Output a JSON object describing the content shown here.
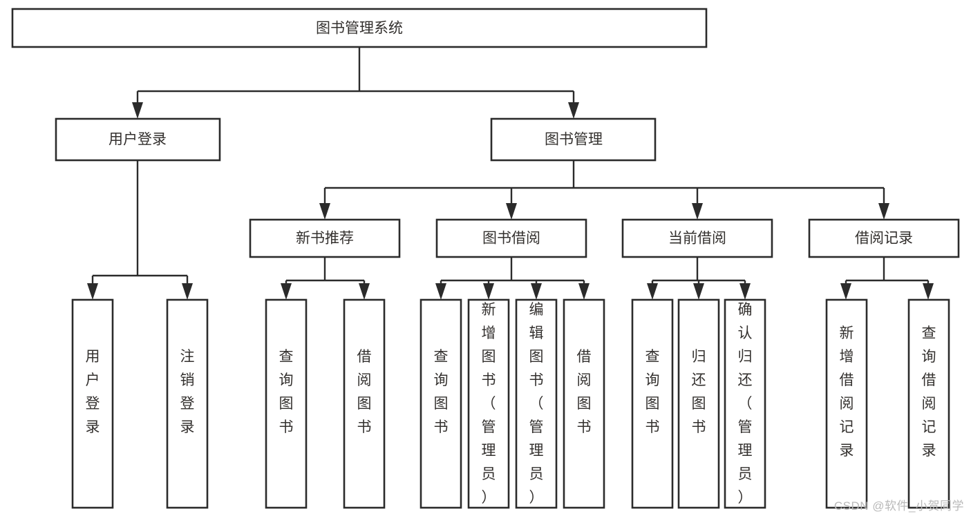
{
  "diagram": {
    "type": "hierarchy-tree",
    "title": "图书管理系统",
    "watermark": "CSDN @软件_小贺同学",
    "colors": {
      "box_stroke": "#2b2b2b",
      "box_fill": "#ffffff",
      "text": "#33302e",
      "background": "#ffffff",
      "watermark": "#b9b9b9"
    },
    "levels": {
      "root": {
        "label": "图书管理系统"
      },
      "level2": [
        {
          "id": "user-login",
          "label": "用户登录"
        },
        {
          "id": "book-manage",
          "label": "图书管理"
        }
      ],
      "level3": [
        {
          "id": "new-book-recommend",
          "label": "新书推荐",
          "parent": "book-manage"
        },
        {
          "id": "book-borrow",
          "label": "图书借阅",
          "parent": "book-manage"
        },
        {
          "id": "current-borrow",
          "label": "当前借阅",
          "parent": "book-manage"
        },
        {
          "id": "borrow-record",
          "label": "借阅记录",
          "parent": "book-manage"
        }
      ],
      "leaves": [
        {
          "id": "leaf-user-login",
          "label": "用户登录",
          "parent": "user-login"
        },
        {
          "id": "leaf-user-logout",
          "label": "注销登录",
          "parent": "user-login"
        },
        {
          "id": "leaf-query-book-1",
          "label": "查询图书",
          "parent": "new-book-recommend"
        },
        {
          "id": "leaf-borrow-book-1",
          "label": "借阅图书",
          "parent": "new-book-recommend"
        },
        {
          "id": "leaf-query-book-2",
          "label": "查询图书",
          "parent": "book-borrow"
        },
        {
          "id": "leaf-add-book",
          "label": "新增图书（管理员）",
          "parent": "book-borrow"
        },
        {
          "id": "leaf-edit-book",
          "label": "编辑图书（管理员）",
          "parent": "book-borrow"
        },
        {
          "id": "leaf-borrow-book-2",
          "label": "借阅图书",
          "parent": "book-borrow"
        },
        {
          "id": "leaf-query-book-3",
          "label": "查询图书",
          "parent": "current-borrow"
        },
        {
          "id": "leaf-return-book",
          "label": "归还图书",
          "parent": "current-borrow"
        },
        {
          "id": "leaf-confirm-return",
          "label": "确认归还（管理员）",
          "parent": "current-borrow"
        },
        {
          "id": "leaf-add-record",
          "label": "新增借阅记录",
          "parent": "borrow-record"
        },
        {
          "id": "leaf-query-record",
          "label": "查询借阅记录",
          "parent": "borrow-record"
        }
      ]
    }
  }
}
